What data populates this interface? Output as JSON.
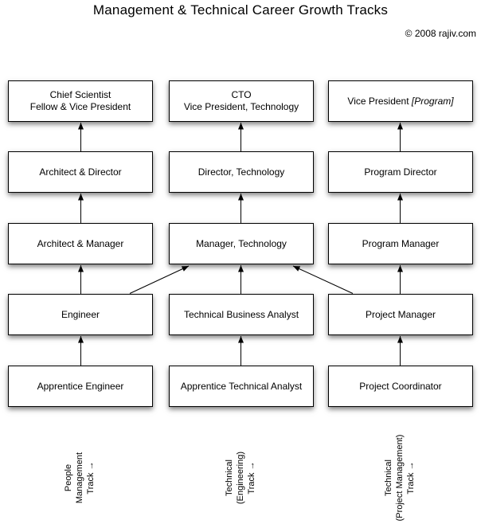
{
  "header": {
    "title": "Management & Technical Career Growth Tracks",
    "copyright": "© 2008 rajiv.com"
  },
  "boxes": {
    "chief_scientist": {
      "line1": "Chief Scientist",
      "line2": "Fellow & Vice President"
    },
    "architect_director": {
      "label": "Architect & Director"
    },
    "architect_manager": {
      "label": "Architect & Manager"
    },
    "engineer": {
      "label": "Engineer"
    },
    "apprentice_engineer": {
      "label": "Apprentice Engineer"
    },
    "cto": {
      "line1": "CTO",
      "line2": "Vice President, Technology"
    },
    "director_technology": {
      "label": "Director, Technology"
    },
    "manager_technology": {
      "label": "Manager, Technology"
    },
    "technical_business_analyst": {
      "label": "Technical Business Analyst"
    },
    "apprentice_technical_analyst": {
      "label": "Apprentice Technical Analyst"
    },
    "vp_program": {
      "text": "Vice President ",
      "italic": "[Program]"
    },
    "program_director": {
      "label": "Program Director"
    },
    "program_manager": {
      "label": "Program Manager"
    },
    "project_manager": {
      "label": "Project Manager"
    },
    "project_coordinator": {
      "label": "Project Coordinator"
    }
  },
  "tracks": [
    {
      "line1": "People",
      "line2": "Management",
      "line3": "Track →"
    },
    {
      "line1": "Technical",
      "line2": "(Engineering)",
      "line3": "Track →"
    },
    {
      "line1": "Technical",
      "line2": "(Project Management)",
      "line3": "Track →"
    }
  ],
  "edges": [
    {
      "from": "apprentice_engineer",
      "to": "engineer"
    },
    {
      "from": "engineer",
      "to": "architect_manager"
    },
    {
      "from": "architect_manager",
      "to": "architect_director"
    },
    {
      "from": "architect_director",
      "to": "chief_scientist"
    },
    {
      "from": "apprentice_technical_analyst",
      "to": "technical_business_analyst"
    },
    {
      "from": "technical_business_analyst",
      "to": "manager_technology"
    },
    {
      "from": "manager_technology",
      "to": "director_technology"
    },
    {
      "from": "director_technology",
      "to": "cto"
    },
    {
      "from": "project_coordinator",
      "to": "project_manager"
    },
    {
      "from": "project_manager",
      "to": "program_manager"
    },
    {
      "from": "program_manager",
      "to": "program_director"
    },
    {
      "from": "program_director",
      "to": "vp_program"
    },
    {
      "from": "engineer",
      "to": "manager_technology"
    },
    {
      "from": "project_manager",
      "to": "manager_technology"
    }
  ],
  "colors": {
    "background": "#ffffff",
    "box_fill": "#ffffff",
    "box_border": "#000000",
    "text": "#000000"
  }
}
